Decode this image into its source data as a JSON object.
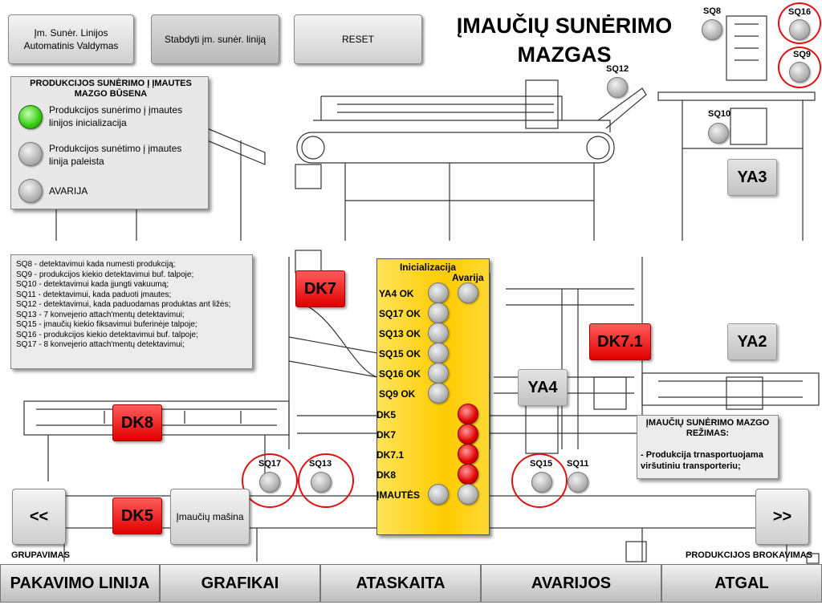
{
  "header": {
    "title_line1": "ĮMAUČIŲ SUNĖRIMO",
    "title_line2": "MAZGAS"
  },
  "top_buttons": {
    "auto_control": "Įm. Sunėr. Linijos Automatinis Valdymas",
    "stop_line": "Stabdyti įm. sunėr. liniją",
    "reset": "RESET"
  },
  "status_panel": {
    "title": "PRODUKCIJOS SUNĖRIMO Į ĮMAUTES MAZGO BŪSENA",
    "items": [
      {
        "label": "Produkcijos sunėrimo į įmautes linijos inicializacija",
        "state": "green"
      },
      {
        "label": "Produkcijos sunėtimo į įmautes linija paleista",
        "state": "gray"
      },
      {
        "label": "AVARIJA",
        "state": "gray"
      }
    ]
  },
  "legend": [
    "SQ8 - detektavimui kada numesti produkciją;",
    "SQ9 - produkcijos kiekio detektavimui buf. talpoje;",
    "SQ10 - detektavimui kada įjungti vakuumą;",
    "SQ11 - detektavimui, kada paduoti įmautes;",
    "SQ12 - detektavimui, kada paduodamas produktas ant ližės;",
    "SQ13 - 7 konvejerio attach'mentų detektavimui;",
    "SQ15 - įmaučių kiekio fiksavimui buferinėje talpoje;",
    "SQ16 - produkcijos kiekio detektavimui buf. talpoje;",
    "SQ17 - 8 konvejerio attach'mentų detektavimui;"
  ],
  "sensors": {
    "sq8": "SQ8",
    "sq16": "SQ16",
    "sq9": "SQ9",
    "sq12": "SQ12",
    "sq10": "SQ10",
    "sq17": "SQ17",
    "sq13": "SQ13",
    "sq15": "SQ15",
    "sq11": "SQ11"
  },
  "drives": {
    "dk7": "DK7",
    "dk71": "DK7.1",
    "dk8": "DK8",
    "dk5": "DK5"
  },
  "actuators": {
    "ya3": "YA3",
    "ya2": "YA2",
    "ya4": "YA4"
  },
  "init_panel": {
    "title": "Inicializacija",
    "avarija": "Avarija",
    "ok_rows": [
      "YA4 OK",
      "SQ17 OK",
      "SQ13 OK",
      "SQ15 OK",
      "SQ16 OK",
      "SQ9 OK"
    ],
    "fault_rows": [
      "DK5",
      "DK7",
      "DK7.1",
      "DK8"
    ],
    "imautes": "ĮMAUTĖS"
  },
  "mode_panel": {
    "title": "ĮMAUČIŲ SUNĖRIMO MAZGO REŽIMAS:",
    "text": "- Produkcija trnasportuojama viršutiniu transporteriu;"
  },
  "bottom_controls": {
    "prev": "<<",
    "next": ">>",
    "machine": "Įmaučių mašina",
    "left_caption": "GRUPAVIMAS",
    "right_caption": "PRODUKCIJOS BROKAVIMAS"
  },
  "nav": [
    "PAKAVIMO LINIJA",
    "GRAFIKAI",
    "ATASKAITA",
    "AVARIJOS",
    "ATGAL"
  ],
  "colors": {
    "init_panel_yellow": "#ffd21a",
    "fault_red": "#e00000",
    "ok_green": "#33cc11",
    "highlight_ring": "#e01010"
  }
}
